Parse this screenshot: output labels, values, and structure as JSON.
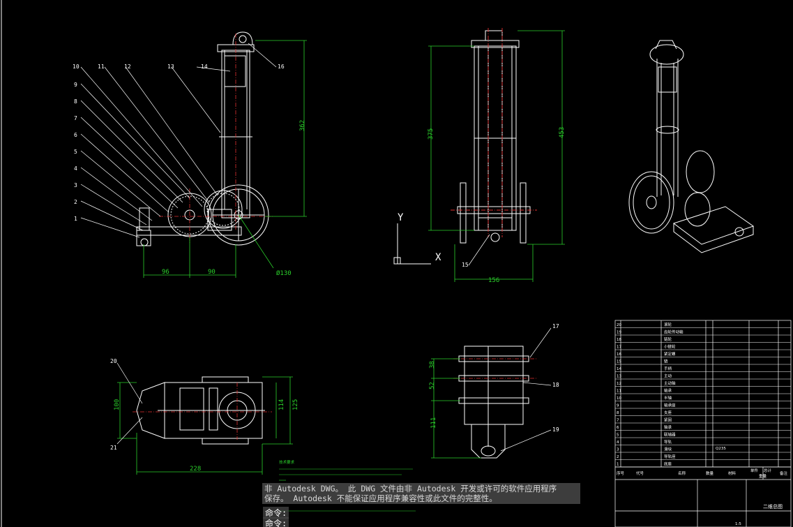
{
  "front_view": {
    "callouts": [
      "1",
      "2",
      "3",
      "4",
      "5",
      "6",
      "7",
      "8",
      "9",
      "10",
      "11",
      "12",
      "13",
      "14",
      "16"
    ],
    "dims": {
      "height": "362",
      "left": "96",
      "right": "90",
      "wheel": "Ø130"
    }
  },
  "side_view": {
    "dims": {
      "inner": "375",
      "outer": "453",
      "width": "156"
    },
    "callouts": [
      "15"
    ]
  },
  "top_view": {
    "dims": {
      "h1": "100",
      "h2": "114",
      "h3": "125",
      "width": "228"
    },
    "callouts": [
      "20",
      "21"
    ]
  },
  "bottom_view": {
    "dims": {
      "d1": "38",
      "d2": "52",
      "d3": "111"
    },
    "callouts": [
      "17",
      "18",
      "19"
    ]
  },
  "ucs": {
    "x": "X",
    "y": "Y"
  },
  "title_block": {
    "part_rows": [
      "20",
      "19",
      "18",
      "17",
      "16",
      "15",
      "14",
      "13",
      "12",
      "11",
      "10",
      "9",
      "8",
      "7",
      "6",
      "5",
      "4",
      "3",
      "2",
      "1"
    ],
    "part_names": [
      "滚轮",
      "齿轮传动轴",
      "链轮",
      "小链轮",
      "紧定螺",
      "链",
      "手柄",
      "主动",
      "主动轴",
      "轴承",
      "半轴",
      "轴承座",
      "支座",
      "紧固",
      "轴承",
      "联轴器",
      "导轨",
      "滑块",
      "导轨座",
      "底座"
    ],
    "material_q235": "Q235",
    "headers": {
      "seq": "序号",
      "code": "代号",
      "name": "名称",
      "qty": "数量",
      "material": "材料",
      "single": "单件",
      "total": "总计",
      "weight": "重量",
      "remark": "备注"
    },
    "drawing_title": "二维总图",
    "scale": "1:5"
  },
  "tech_notes_title": "技术要求",
  "command_line": {
    "message_line1": "非 Autodesk DWG。 此 DWG 文件由非 Autodesk 开发或许可的软件应用程序",
    "message_line2": "保存。 Autodesk 不能保证应用程序兼容性或此文件的完整性。",
    "prompt1": "命令:",
    "prompt2": "命令:"
  }
}
